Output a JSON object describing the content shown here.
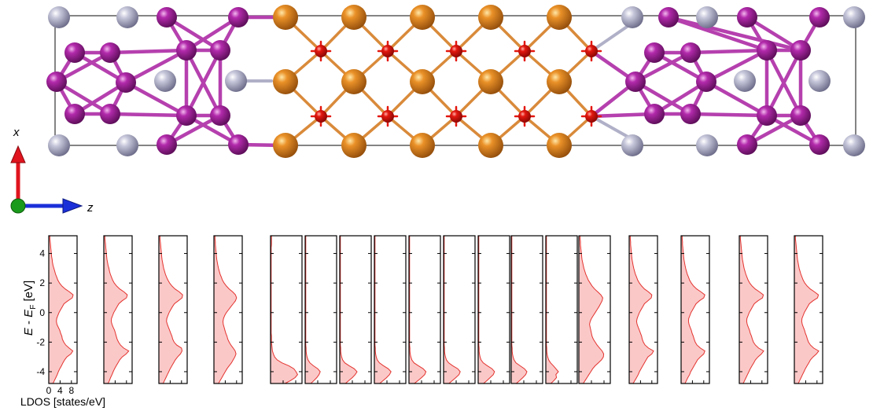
{
  "axes_triad": {
    "x_label": "x",
    "z_label": "z",
    "colors": {
      "x_arrow": "#e0141e",
      "z_arrow": "#1b2fd9",
      "y_dot": "#1a9a1a"
    }
  },
  "structure": {
    "atom_colors": {
      "gray": "#a6a6c4",
      "magenta": "#a3229c",
      "orange": "#e08424",
      "red": "#e3170f"
    },
    "bond_colors": {
      "magenta": "#b540ae",
      "orange": "#d98a3a",
      "red": "#e3170f",
      "gray": "#a6a6c4"
    }
  },
  "ldos": {
    "ylabel_parts": {
      "e": "E",
      "minus": " - ",
      "ef_base": "E",
      "ef_sub": "F",
      "unit": " [eV]"
    },
    "xlabel": "LDOS [states/eV]",
    "yticks": [
      -4,
      -2,
      0,
      2,
      4
    ],
    "xticks": [
      0,
      4,
      8
    ],
    "ylim": [
      -4.8,
      5.2
    ],
    "xlim": [
      0,
      10
    ],
    "fill_color": "#fbc8c8",
    "line_color": "#e3342f"
  },
  "chart_data": {
    "type": "area",
    "ylabel": "E - E_F [eV]",
    "xlabel": "LDOS [states/eV]",
    "ylim": [
      -4.8,
      5.2
    ],
    "xlim": [
      0,
      10
    ],
    "yticks": [
      -4,
      -2,
      0,
      2,
      4
    ],
    "xticks": [
      0,
      4,
      8
    ],
    "energy": [
      -4.8,
      -4.6,
      -4.4,
      -4.2,
      -4.0,
      -3.8,
      -3.6,
      -3.4,
      -3.2,
      -3.0,
      -2.8,
      -2.6,
      -2.4,
      -2.2,
      -2.0,
      -1.8,
      -1.6,
      -1.4,
      -1.2,
      -1.0,
      -0.8,
      -0.6,
      -0.4,
      -0.2,
      0.0,
      0.2,
      0.4,
      0.6,
      0.8,
      1.0,
      1.2,
      1.4,
      1.6,
      1.8,
      2.0,
      2.2,
      2.4,
      2.6,
      2.8,
      3.0,
      3.2,
      3.4,
      3.6,
      3.8,
      4.0,
      4.2,
      4.4,
      4.6,
      4.8,
      5.0,
      5.2
    ],
    "series": [
      {
        "values": [
          1.5,
          2.0,
          2.5,
          3.0,
          3.4,
          3.9,
          4.5,
          5.0,
          5.6,
          6.4,
          7.8,
          8.5,
          7.2,
          6.0,
          5.3,
          4.8,
          4.6,
          4.2,
          3.9,
          3.4,
          2.9,
          2.7,
          2.8,
          3.2,
          3.6,
          4.2,
          4.8,
          5.4,
          6.8,
          8.3,
          8.6,
          7.3,
          5.8,
          4.6,
          3.8,
          3.2,
          2.8,
          2.4,
          2.1,
          1.8,
          1.5,
          1.3,
          1.2,
          1.0,
          0.9,
          0.8,
          0.7,
          0.6,
          0.5,
          0.4,
          0.4
        ]
      },
      {
        "values": [
          1.5,
          2.0,
          2.4,
          2.9,
          3.3,
          3.8,
          4.4,
          5.0,
          5.6,
          6.5,
          7.9,
          8.8,
          7.0,
          5.9,
          5.2,
          4.7,
          4.4,
          4.1,
          3.8,
          3.3,
          2.9,
          2.6,
          2.7,
          3.1,
          3.5,
          4.1,
          4.7,
          5.3,
          6.5,
          8.0,
          8.3,
          7.1,
          5.6,
          4.5,
          3.7,
          3.1,
          2.7,
          2.3,
          2.0,
          1.8,
          1.5,
          1.3,
          1.1,
          1.0,
          0.9,
          0.8,
          0.7,
          0.6,
          0.5,
          0.4,
          0.4
        ]
      },
      {
        "values": [
          1.5,
          2.0,
          2.5,
          3.0,
          3.5,
          4.0,
          4.6,
          5.2,
          5.8,
          6.6,
          7.6,
          8.2,
          8.0,
          6.3,
          5.4,
          4.9,
          4.6,
          4.2,
          3.8,
          3.4,
          3.0,
          2.7,
          2.8,
          3.2,
          3.6,
          4.2,
          4.8,
          5.5,
          6.9,
          8.2,
          8.4,
          7.2,
          5.7,
          4.6,
          3.8,
          3.2,
          2.7,
          2.3,
          2.0,
          1.7,
          1.5,
          1.3,
          1.1,
          1.0,
          0.9,
          0.8,
          0.7,
          0.6,
          0.5,
          0.4,
          0.4
        ]
      },
      {
        "values": [
          1.6,
          2.2,
          2.8,
          3.4,
          4.0,
          4.6,
          5.4,
          6.2,
          6.8,
          7.4,
          7.8,
          7.5,
          6.8,
          6.0,
          5.4,
          4.9,
          4.6,
          4.2,
          3.9,
          3.6,
          3.3,
          3.2,
          3.4,
          3.8,
          4.4,
          5.2,
          6.0,
          6.8,
          7.6,
          8.0,
          7.6,
          6.6,
          5.4,
          4.4,
          3.6,
          3.0,
          2.6,
          2.2,
          1.9,
          1.6,
          1.4,
          1.2,
          1.0,
          0.9,
          0.8,
          0.7,
          0.6,
          0.5,
          0.5,
          0.4,
          0.4
        ]
      },
      {
        "values": [
          4.6,
          6.4,
          7.8,
          8.6,
          8.1,
          7.4,
          5.8,
          3.6,
          2.1,
          1.3,
          0.9,
          0.6,
          0.5,
          0.4,
          0.3,
          0.3,
          0.3,
          0.2,
          0.2,
          0.2,
          0.2,
          0.2,
          0.2,
          0.2,
          0.2,
          0.2,
          0.2,
          0.2,
          0.2,
          0.2,
          0.2,
          0.2,
          0.2,
          0.2,
          0.2,
          0.2,
          0.2,
          0.2,
          0.2,
          0.2,
          0.2,
          0.2,
          0.2,
          0.2,
          0.2,
          0.2,
          0.2,
          0.3,
          0.3,
          0.3,
          0.3
        ]
      },
      {
        "values": [
          1.8,
          2.8,
          3.7,
          4.4,
          4.8,
          4.0,
          2.6,
          1.5,
          0.9,
          0.6,
          0.4,
          0.3,
          0.3,
          0.2,
          0.2,
          0.2,
          0.2,
          0.2,
          0.2,
          0.2,
          0.2,
          0.2,
          0.2,
          0.2,
          0.2,
          0.2,
          0.2,
          0.2,
          0.2,
          0.2,
          0.2,
          0.2,
          0.2,
          0.2,
          0.2,
          0.2,
          0.2,
          0.2,
          0.2,
          0.2,
          0.2,
          0.2,
          0.2,
          0.2,
          0.2,
          0.2,
          0.2,
          0.2,
          0.2,
          0.2,
          0.2
        ]
      },
      {
        "values": [
          1.8,
          2.9,
          4.0,
          4.9,
          5.5,
          4.6,
          3.0,
          1.6,
          0.9,
          0.6,
          0.4,
          0.3,
          0.3,
          0.2,
          0.2,
          0.2,
          0.2,
          0.2,
          0.2,
          0.2,
          0.2,
          0.2,
          0.2,
          0.2,
          0.2,
          0.2,
          0.2,
          0.2,
          0.2,
          0.2,
          0.2,
          0.2,
          0.2,
          0.2,
          0.2,
          0.2,
          0.2,
          0.2,
          0.2,
          0.2,
          0.2,
          0.2,
          0.2,
          0.2,
          0.2,
          0.2,
          0.2,
          0.2,
          0.2,
          0.2,
          0.2
        ]
      },
      {
        "values": [
          1.7,
          2.8,
          3.9,
          4.8,
          5.3,
          4.4,
          2.9,
          1.6,
          0.9,
          0.6,
          0.4,
          0.3,
          0.3,
          0.2,
          0.2,
          0.2,
          0.2,
          0.2,
          0.2,
          0.2,
          0.2,
          0.2,
          0.2,
          0.2,
          0.2,
          0.2,
          0.2,
          0.2,
          0.2,
          0.2,
          0.2,
          0.2,
          0.2,
          0.2,
          0.2,
          0.2,
          0.2,
          0.2,
          0.2,
          0.2,
          0.2,
          0.2,
          0.2,
          0.2,
          0.2,
          0.2,
          0.2,
          0.2,
          0.2,
          0.2,
          0.2
        ]
      },
      {
        "values": [
          1.7,
          2.9,
          4.0,
          5.0,
          5.4,
          4.5,
          3.0,
          1.6,
          0.9,
          0.6,
          0.4,
          0.3,
          0.3,
          0.2,
          0.2,
          0.2,
          0.2,
          0.2,
          0.2,
          0.2,
          0.2,
          0.2,
          0.2,
          0.2,
          0.2,
          0.2,
          0.2,
          0.2,
          0.2,
          0.2,
          0.2,
          0.2,
          0.2,
          0.2,
          0.2,
          0.2,
          0.2,
          0.2,
          0.2,
          0.2,
          0.2,
          0.2,
          0.2,
          0.2,
          0.2,
          0.2,
          0.2,
          0.2,
          0.2,
          0.2,
          0.2
        ]
      },
      {
        "values": [
          1.7,
          2.8,
          3.9,
          4.9,
          5.3,
          4.5,
          2.9,
          1.6,
          0.9,
          0.6,
          0.4,
          0.3,
          0.3,
          0.2,
          0.2,
          0.2,
          0.2,
          0.2,
          0.2,
          0.2,
          0.2,
          0.2,
          0.2,
          0.2,
          0.2,
          0.2,
          0.2,
          0.2,
          0.2,
          0.2,
          0.2,
          0.2,
          0.2,
          0.2,
          0.2,
          0.2,
          0.2,
          0.2,
          0.2,
          0.2,
          0.2,
          0.2,
          0.2,
          0.2,
          0.2,
          0.2,
          0.2,
          0.2,
          0.2,
          0.2,
          0.2
        ]
      },
      {
        "values": [
          1.7,
          2.8,
          3.8,
          4.8,
          5.2,
          4.4,
          2.9,
          1.6,
          0.9,
          0.6,
          0.4,
          0.3,
          0.3,
          0.2,
          0.2,
          0.2,
          0.2,
          0.2,
          0.2,
          0.2,
          0.2,
          0.2,
          0.2,
          0.2,
          0.2,
          0.2,
          0.2,
          0.2,
          0.2,
          0.2,
          0.2,
          0.2,
          0.2,
          0.2,
          0.2,
          0.2,
          0.2,
          0.2,
          0.2,
          0.2,
          0.2,
          0.2,
          0.2,
          0.2,
          0.2,
          0.2,
          0.2,
          0.2,
          0.2,
          0.2,
          0.2
        ]
      },
      {
        "values": [
          1.6,
          2.7,
          3.7,
          4.6,
          5.0,
          4.2,
          2.8,
          1.5,
          0.9,
          0.6,
          0.4,
          0.3,
          0.3,
          0.2,
          0.2,
          0.2,
          0.2,
          0.2,
          0.2,
          0.2,
          0.2,
          0.2,
          0.2,
          0.2,
          0.2,
          0.2,
          0.2,
          0.2,
          0.2,
          0.2,
          0.2,
          0.2,
          0.2,
          0.2,
          0.2,
          0.2,
          0.2,
          0.2,
          0.2,
          0.2,
          0.2,
          0.2,
          0.2,
          0.2,
          0.2,
          0.2,
          0.2,
          0.2,
          0.2,
          0.2,
          0.2
        ]
      },
      {
        "values": [
          1.6,
          2.6,
          3.4,
          3.2,
          4.0,
          3.2,
          2.4,
          1.5,
          0.9,
          0.6,
          0.4,
          0.3,
          0.3,
          0.2,
          0.2,
          0.2,
          0.2,
          0.2,
          0.2,
          0.2,
          0.2,
          0.2,
          0.2,
          0.2,
          0.2,
          0.2,
          0.2,
          0.2,
          0.2,
          0.2,
          0.2,
          0.2,
          0.2,
          0.2,
          0.2,
          0.2,
          0.2,
          0.2,
          0.2,
          0.2,
          0.2,
          0.2,
          0.2,
          0.2,
          0.2,
          0.2,
          0.2,
          0.2,
          0.2,
          0.2,
          0.2
        ]
      },
      {
        "values": [
          1.4,
          2.0,
          2.6,
          3.2,
          3.8,
          4.4,
          5.2,
          6.2,
          7.2,
          7.8,
          7.9,
          7.4,
          6.6,
          5.8,
          5.2,
          4.6,
          4.2,
          4.0,
          3.8,
          3.6,
          3.4,
          3.6,
          4.0,
          4.6,
          5.2,
          5.8,
          6.4,
          6.9,
          7.4,
          7.6,
          7.0,
          6.0,
          5.0,
          4.2,
          3.6,
          3.0,
          2.6,
          2.2,
          1.9,
          1.6,
          1.4,
          1.2,
          1.0,
          0.9,
          0.8,
          0.7,
          0.6,
          0.5,
          0.5,
          0.4,
          0.4
        ]
      },
      {
        "values": [
          1.4,
          2.0,
          2.6,
          3.2,
          3.6,
          4.2,
          4.8,
          5.4,
          6.0,
          6.6,
          8.0,
          8.6,
          6.8,
          5.6,
          5.0,
          4.6,
          4.4,
          4.0,
          3.6,
          3.2,
          2.8,
          2.6,
          2.8,
          3.2,
          3.6,
          4.2,
          4.8,
          5.4,
          6.6,
          7.8,
          8.0,
          6.8,
          5.4,
          4.4,
          3.6,
          3.0,
          2.6,
          2.2,
          1.9,
          1.6,
          1.4,
          1.2,
          1.0,
          0.9,
          0.8,
          0.7,
          0.6,
          0.5,
          0.5,
          0.4,
          0.4
        ]
      },
      {
        "values": [
          1.4,
          1.9,
          2.4,
          3.0,
          3.4,
          4.0,
          4.6,
          5.2,
          5.8,
          6.8,
          8.0,
          8.4,
          6.8,
          5.6,
          5.0,
          4.6,
          4.3,
          3.9,
          3.6,
          3.2,
          2.8,
          2.6,
          2.7,
          3.1,
          3.5,
          4.1,
          4.7,
          5.3,
          6.5,
          8.0,
          8.4,
          7.0,
          5.5,
          4.4,
          3.6,
          3.0,
          2.6,
          2.2,
          1.9,
          1.6,
          1.4,
          1.2,
          1.0,
          0.9,
          0.8,
          0.7,
          0.6,
          0.5,
          0.5,
          0.4,
          0.4
        ]
      },
      {
        "values": [
          1.4,
          1.9,
          2.4,
          2.9,
          3.4,
          3.9,
          4.5,
          5.1,
          5.7,
          6.6,
          7.8,
          8.6,
          6.8,
          5.7,
          5.0,
          4.6,
          4.3,
          3.9,
          3.6,
          3.2,
          2.8,
          2.6,
          2.7,
          3.1,
          3.5,
          4.1,
          4.7,
          5.3,
          6.6,
          8.2,
          8.5,
          7.1,
          5.6,
          4.5,
          3.7,
          3.1,
          2.7,
          2.3,
          2.0,
          1.7,
          1.5,
          1.3,
          1.1,
          1.0,
          0.9,
          0.8,
          0.7,
          0.6,
          0.5,
          0.4,
          0.4
        ]
      }
    ]
  }
}
